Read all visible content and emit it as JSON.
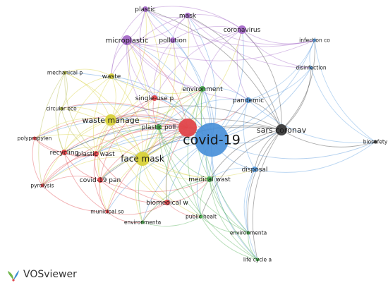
{
  "app": {
    "name": "VOSviewer"
  },
  "network": {
    "nodes": [
      {
        "id": "covid",
        "label": "covid-19",
        "cluster": "blue",
        "weight": 10
      },
      {
        "id": "sars",
        "label": "sars coronav",
        "cluster": "dark",
        "weight": 4
      },
      {
        "id": "facemask",
        "label": "face mask",
        "cluster": "yellow",
        "weight": 5
      },
      {
        "id": "wastemanage",
        "label": "waste manage",
        "cluster": "yellow",
        "weight": 4
      },
      {
        "id": "microplastic",
        "label": "microplastic",
        "cluster": "purple",
        "weight": 4
      },
      {
        "id": "coronavirus",
        "label": "coronavirus",
        "cluster": "purple",
        "weight": 3
      },
      {
        "id": "plastic",
        "label": "plastic",
        "cluster": "purple",
        "weight": 2
      },
      {
        "id": "mask",
        "label": "mask",
        "cluster": "purple",
        "weight": 2
      },
      {
        "id": "pollution",
        "label": "pollution",
        "cluster": "purple",
        "weight": 2
      },
      {
        "id": "infection",
        "label": "infection co",
        "cluster": "lightblue",
        "weight": 1
      },
      {
        "id": "disinfection",
        "label": "disinfection",
        "cluster": "lightblue",
        "weight": 1
      },
      {
        "id": "pandemic",
        "label": "pandemic",
        "cluster": "lightblue",
        "weight": 3
      },
      {
        "id": "disposal",
        "label": "disposal",
        "cluster": "lightblue",
        "weight": 2
      },
      {
        "id": "biosafety",
        "label": "biosafety",
        "cluster": "dark",
        "weight": 1
      },
      {
        "id": "mechanical",
        "label": "mechanical p",
        "cluster": "olive",
        "weight": 1
      },
      {
        "id": "waste",
        "label": "waste",
        "cluster": "yellow",
        "weight": 2
      },
      {
        "id": "circular",
        "label": "circular eco",
        "cluster": "olive",
        "weight": 1
      },
      {
        "id": "singleuse",
        "label": "single-use p",
        "cluster": "red",
        "weight": 2
      },
      {
        "id": "environment",
        "label": "environment",
        "cluster": "green",
        "weight": 2
      },
      {
        "id": "plasticpoll",
        "label": "plastic poll",
        "cluster": "green",
        "weight": 2
      },
      {
        "id": "polypropylen",
        "label": "polypropylen",
        "cluster": "red",
        "weight": 1
      },
      {
        "id": "recycling",
        "label": "recycling",
        "cluster": "red",
        "weight": 2
      },
      {
        "id": "plasticwast",
        "label": "plastic wast",
        "cluster": "red",
        "weight": 2
      },
      {
        "id": "covidpan",
        "label": "covid-19 pan",
        "cluster": "red",
        "weight": 2
      },
      {
        "id": "pyrolysis",
        "label": "pyrolysis",
        "cluster": "red",
        "weight": 1
      },
      {
        "id": "municipal",
        "label": "municipal so",
        "cluster": "red",
        "weight": 1
      },
      {
        "id": "biomedical",
        "label": "biomedical w",
        "cluster": "red",
        "weight": 2
      },
      {
        "id": "medicalwast",
        "label": "medical wast",
        "cluster": "green",
        "weight": 2
      },
      {
        "id": "environmenta1",
        "label": "environmenta",
        "cluster": "green",
        "weight": 1
      },
      {
        "id": "publichealt",
        "label": "public healt",
        "cluster": "green",
        "weight": 1
      },
      {
        "id": "environmenta2",
        "label": "environmenta",
        "cluster": "green",
        "weight": 1
      },
      {
        "id": "lifecycle",
        "label": "life cycle a",
        "cluster": "green",
        "weight": 1
      },
      {
        "id": "redhub",
        "label": "",
        "cluster": "red",
        "weight": 5
      }
    ],
    "links": [
      [
        "covid",
        "sars"
      ],
      [
        "covid",
        "facemask"
      ],
      [
        "covid",
        "wastemanage"
      ],
      [
        "covid",
        "microplastic"
      ],
      [
        "covid",
        "coronavirus"
      ],
      [
        "covid",
        "plastic"
      ],
      [
        "covid",
        "mask"
      ],
      [
        "covid",
        "pollution"
      ],
      [
        "covid",
        "infection"
      ],
      [
        "covid",
        "disinfection"
      ],
      [
        "covid",
        "pandemic"
      ],
      [
        "covid",
        "disposal"
      ],
      [
        "covid",
        "biosafety"
      ],
      [
        "covid",
        "mechanical"
      ],
      [
        "covid",
        "waste"
      ],
      [
        "covid",
        "circular"
      ],
      [
        "covid",
        "singleuse"
      ],
      [
        "covid",
        "environment"
      ],
      [
        "covid",
        "plasticpoll"
      ],
      [
        "covid",
        "polypropylen"
      ],
      [
        "covid",
        "recycling"
      ],
      [
        "covid",
        "plasticwast"
      ],
      [
        "covid",
        "covidpan"
      ],
      [
        "covid",
        "pyrolysis"
      ],
      [
        "covid",
        "municipal"
      ],
      [
        "covid",
        "biomedical"
      ],
      [
        "covid",
        "medicalwast"
      ],
      [
        "covid",
        "environmenta1"
      ],
      [
        "covid",
        "publichealt"
      ],
      [
        "covid",
        "environmenta2"
      ],
      [
        "covid",
        "lifecycle"
      ],
      [
        "covid",
        "redhub"
      ],
      [
        "sars",
        "biosafety"
      ],
      [
        "sars",
        "pandemic"
      ],
      [
        "sars",
        "disinfection"
      ],
      [
        "sars",
        "infection"
      ],
      [
        "sars",
        "coronavirus"
      ],
      [
        "sars",
        "disposal"
      ],
      [
        "sars",
        "facemask"
      ],
      [
        "sars",
        "medicalwast"
      ],
      [
        "sars",
        "lifecycle"
      ],
      [
        "sars",
        "environmenta2"
      ],
      [
        "sars",
        "covidpan"
      ],
      [
        "sars",
        "publichealt"
      ],
      [
        "sars",
        "plastic"
      ],
      [
        "sars",
        "mask"
      ],
      [
        "sars",
        "recycling"
      ],
      [
        "sars",
        "wastemanage"
      ],
      [
        "redhub",
        "facemask"
      ],
      [
        "redhub",
        "plasticwast"
      ],
      [
        "redhub",
        "recycling"
      ],
      [
        "redhub",
        "covidpan"
      ],
      [
        "redhub",
        "pyrolysis"
      ],
      [
        "redhub",
        "polypropylen"
      ],
      [
        "redhub",
        "municipal"
      ],
      [
        "redhub",
        "biomedical"
      ],
      [
        "redhub",
        "singleuse"
      ],
      [
        "redhub",
        "circular"
      ],
      [
        "redhub",
        "wastemanage"
      ],
      [
        "redhub",
        "pandemic"
      ],
      [
        "redhub",
        "microplastic"
      ],
      [
        "redhub",
        "plasticpoll"
      ],
      [
        "facemask",
        "microplastic"
      ],
      [
        "facemask",
        "plastic"
      ],
      [
        "facemask",
        "mask"
      ],
      [
        "facemask",
        "pollution"
      ],
      [
        "facemask",
        "coronavirus"
      ],
      [
        "facemask",
        "plasticwast"
      ],
      [
        "facemask",
        "recycling"
      ],
      [
        "facemask",
        "polypropylen"
      ],
      [
        "facemask",
        "pyrolysis"
      ],
      [
        "facemask",
        "covidpan"
      ],
      [
        "facemask",
        "municipal"
      ],
      [
        "facemask",
        "biomedical"
      ],
      [
        "facemask",
        "medicalwast"
      ],
      [
        "facemask",
        "environmenta1"
      ],
      [
        "facemask",
        "plasticpoll"
      ],
      [
        "facemask",
        "waste"
      ],
      [
        "facemask",
        "wastemanage"
      ],
      [
        "facemask",
        "mechanical"
      ],
      [
        "facemask",
        "circular"
      ],
      [
        "facemask",
        "environment"
      ],
      [
        "facemask",
        "disposal"
      ],
      [
        "facemask",
        "publichealt"
      ],
      [
        "wastemanage",
        "waste"
      ],
      [
        "wastemanage",
        "circular"
      ],
      [
        "wastemanage",
        "mechanical"
      ],
      [
        "wastemanage",
        "recycling"
      ],
      [
        "wastemanage",
        "plasticwast"
      ],
      [
        "wastemanage",
        "covidpan"
      ],
      [
        "wastemanage",
        "microplastic"
      ],
      [
        "wastemanage",
        "plastic"
      ],
      [
        "wastemanage",
        "pollution"
      ],
      [
        "wastemanage",
        "municipal"
      ],
      [
        "wastemanage",
        "medicalwast"
      ],
      [
        "wastemanage",
        "biomedical"
      ],
      [
        "wastemanage",
        "singleuse"
      ],
      [
        "wastemanage",
        "polypropylen"
      ],
      [
        "wastemanage",
        "pyrolysis"
      ],
      [
        "wastemanage",
        "environment"
      ],
      [
        "microplastic",
        "plastic"
      ],
      [
        "microplastic",
        "mask"
      ],
      [
        "microplastic",
        "pollution"
      ],
      [
        "microplastic",
        "coronavirus"
      ],
      [
        "microplastic",
        "waste"
      ],
      [
        "microplastic",
        "singleuse"
      ],
      [
        "microplastic",
        "plasticpoll"
      ],
      [
        "microplastic",
        "environment"
      ],
      [
        "microplastic",
        "pandemic"
      ],
      [
        "microplastic",
        "infection"
      ],
      [
        "coronavirus",
        "plastic"
      ],
      [
        "coronavirus",
        "mask"
      ],
      [
        "coronavirus",
        "pollution"
      ],
      [
        "coronavirus",
        "pandemic"
      ],
      [
        "coronavirus",
        "infection"
      ],
      [
        "coronavirus",
        "disinfection"
      ],
      [
        "coronavirus",
        "environment"
      ],
      [
        "coronavirus",
        "singleuse"
      ],
      [
        "plastic",
        "mask"
      ],
      [
        "plastic",
        "pollution"
      ],
      [
        "plastic",
        "waste"
      ],
      [
        "plastic",
        "singleuse"
      ],
      [
        "plastic",
        "infection"
      ],
      [
        "mask",
        "pollution"
      ],
      [
        "mask",
        "pandemic"
      ],
      [
        "mask",
        "disinfection"
      ],
      [
        "mask",
        "infection"
      ],
      [
        "mask",
        "waste"
      ],
      [
        "pollution",
        "singleuse"
      ],
      [
        "pollution",
        "environment"
      ],
      [
        "pandemic",
        "disinfection"
      ],
      [
        "pandemic",
        "infection"
      ],
      [
        "pandemic",
        "disposal"
      ],
      [
        "pandemic",
        "medicalwast"
      ],
      [
        "pandemic",
        "plasticpoll"
      ],
      [
        "pandemic",
        "biosafety"
      ],
      [
        "pandemic",
        "environment"
      ],
      [
        "disposal",
        "medicalwast"
      ],
      [
        "disposal",
        "biosafety"
      ],
      [
        "disposal",
        "lifecycle"
      ],
      [
        "disposal",
        "environmenta2"
      ],
      [
        "infection",
        "disinfection"
      ],
      [
        "infection",
        "biosafety"
      ],
      [
        "disinfection",
        "biosafety"
      ],
      [
        "waste",
        "mechanical"
      ],
      [
        "waste",
        "circular"
      ],
      [
        "waste",
        "recycling"
      ],
      [
        "waste",
        "plasticwast"
      ],
      [
        "waste",
        "environment"
      ],
      [
        "circular",
        "recycling"
      ],
      [
        "circular",
        "plasticwast"
      ],
      [
        "circular",
        "mechanical"
      ],
      [
        "mechanical",
        "recycling"
      ],
      [
        "mechanical",
        "plasticwast"
      ],
      [
        "mechanical",
        "pyrolysis"
      ],
      [
        "singleuse",
        "environment"
      ],
      [
        "singleuse",
        "plasticpoll"
      ],
      [
        "singleuse",
        "plasticwast"
      ],
      [
        "singleuse",
        "covidpan"
      ],
      [
        "environment",
        "plasticpoll"
      ],
      [
        "environment",
        "medicalwast"
      ],
      [
        "environment",
        "environmenta2"
      ],
      [
        "environment",
        "publichealt"
      ],
      [
        "environment",
        "lifecycle"
      ],
      [
        "environment",
        "biomedical"
      ],
      [
        "plasticpoll",
        "medicalwast"
      ],
      [
        "plasticpoll",
        "plasticwast"
      ],
      [
        "plasticpoll",
        "environmenta2"
      ],
      [
        "plasticpoll",
        "lifecycle"
      ],
      [
        "plasticpoll",
        "publichealt"
      ],
      [
        "plasticpoll",
        "environmenta1"
      ],
      [
        "polypropylen",
        "recycling"
      ],
      [
        "polypropylen",
        "plasticwast"
      ],
      [
        "polypropylen",
        "pyrolysis"
      ],
      [
        "recycling",
        "plasticwast"
      ],
      [
        "recycling",
        "pyrolysis"
      ],
      [
        "recycling",
        "covidpan"
      ],
      [
        "recycling",
        "municipal"
      ],
      [
        "plasticwast",
        "covidpan"
      ],
      [
        "plasticwast",
        "pyrolysis"
      ],
      [
        "plasticwast",
        "municipal"
      ],
      [
        "plasticwast",
        "biomedical"
      ],
      [
        "covidpan",
        "pyrolysis"
      ],
      [
        "covidpan",
        "municipal"
      ],
      [
        "covidpan",
        "biomedical"
      ],
      [
        "covidpan",
        "medicalwast"
      ],
      [
        "pyrolysis",
        "municipal"
      ],
      [
        "municipal",
        "biomedical"
      ],
      [
        "municipal",
        "environmenta1"
      ],
      [
        "biomedical",
        "medicalwast"
      ],
      [
        "biomedical",
        "environmenta1"
      ],
      [
        "biomedical",
        "publichealt"
      ],
      [
        "medicalwast",
        "publichealt"
      ],
      [
        "medicalwast",
        "environmenta2"
      ],
      [
        "medicalwast",
        "lifecycle"
      ],
      [
        "medicalwast",
        "environmenta1"
      ],
      [
        "environmenta1",
        "publichealt"
      ],
      [
        "publichealt",
        "environmenta2"
      ],
      [
        "publichealt",
        "lifecycle"
      ],
      [
        "environmenta2",
        "lifecycle"
      ]
    ]
  },
  "colors": {
    "blue": "#4a90d9",
    "dark": "#3a3a3a",
    "red": "#e0444a",
    "yellow": "#d8d23a",
    "purple": "#a569c8",
    "green": "#4caf50",
    "lightblue": "#5b9ee0",
    "olive": "#b0b840",
    "label": "#1a1a1a"
  }
}
